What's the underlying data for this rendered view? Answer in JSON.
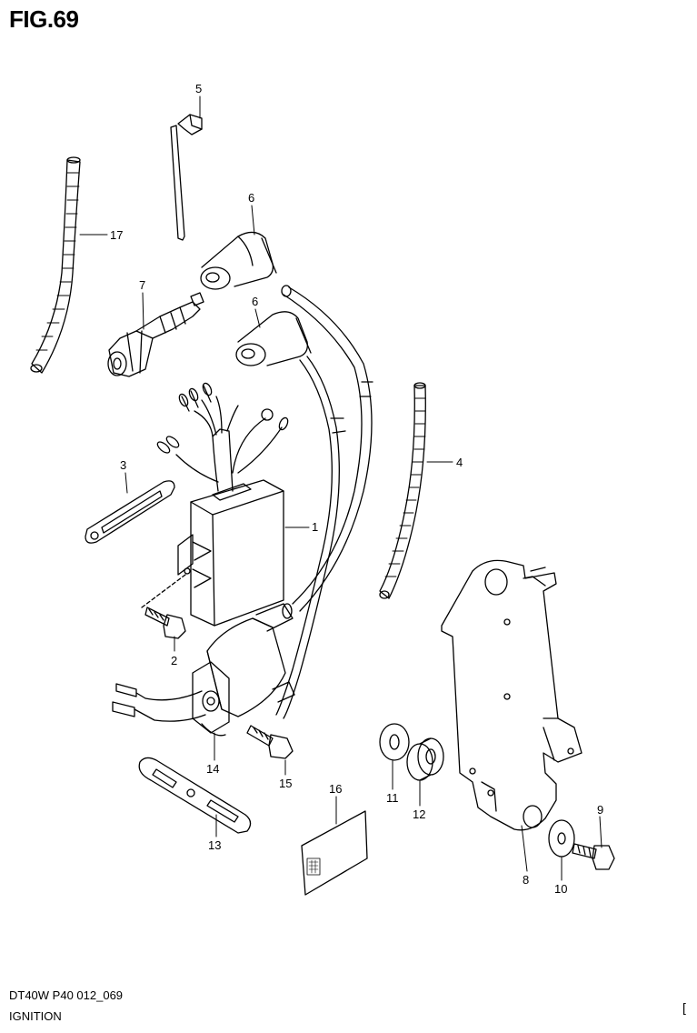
{
  "figure": {
    "title": "FIG.69",
    "code": "DT40W P40 012_069",
    "name": "IGNITION",
    "corner_mark": "["
  },
  "callouts": [
    "5",
    "17",
    "6",
    "7",
    "6",
    "4",
    "3",
    "1",
    "2",
    "14",
    "15",
    "16",
    "11",
    "12",
    "13",
    "9",
    "8",
    "10"
  ]
}
